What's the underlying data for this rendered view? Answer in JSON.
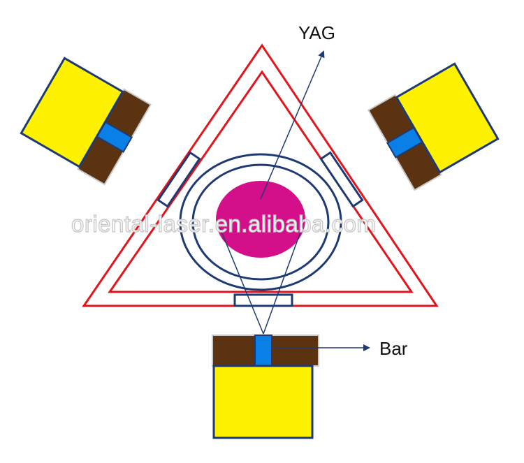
{
  "labels": {
    "yag": "YAG",
    "bar": "Bar"
  },
  "watermark": "oriental-laser.en.alibaba.com",
  "colors": {
    "triangle": "#e3141c",
    "outline": "#1f3a73",
    "rod": "#d40f8a",
    "pump_body": "#fff200",
    "heatsink": "#5c3310",
    "bar": "#0a7fe6"
  }
}
